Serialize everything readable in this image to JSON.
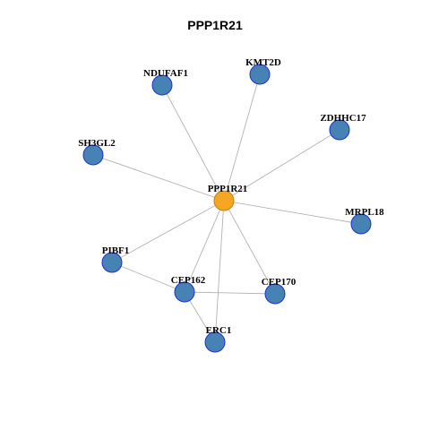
{
  "title": "PPP1R21",
  "colors": {
    "center_fill": "#F5A623",
    "center_stroke": "#C47D0E",
    "node_fill": "#4682B4",
    "node_stroke": "#1F2FD8",
    "edge": "#B3B3B3"
  },
  "nodes": [
    {
      "id": "PPP1R21",
      "label": "PPP1R21",
      "center": true
    },
    {
      "id": "KMT2D",
      "label": "KMT2D"
    },
    {
      "id": "NDUFAF1",
      "label": "NDUFAF1"
    },
    {
      "id": "ZDHHC17",
      "label": "ZDHHC17"
    },
    {
      "id": "SH3GL2",
      "label": "SH3GL2"
    },
    {
      "id": "MRPL18",
      "label": "MRPL18"
    },
    {
      "id": "PIBF1",
      "label": "PIBF1"
    },
    {
      "id": "CEP162",
      "label": "CEP162"
    },
    {
      "id": "CEP170",
      "label": "CEP170"
    },
    {
      "id": "ERC1",
      "label": "ERC1"
    }
  ],
  "edges": [
    [
      "PPP1R21",
      "KMT2D"
    ],
    [
      "PPP1R21",
      "NDUFAF1"
    ],
    [
      "PPP1R21",
      "ZDHHC17"
    ],
    [
      "PPP1R21",
      "SH3GL2"
    ],
    [
      "PPP1R21",
      "MRPL18"
    ],
    [
      "PPP1R21",
      "PIBF1"
    ],
    [
      "PPP1R21",
      "CEP162"
    ],
    [
      "PPP1R21",
      "CEP170"
    ],
    [
      "PPP1R21",
      "ERC1"
    ],
    [
      "PIBF1",
      "CEP162"
    ],
    [
      "CEP162",
      "CEP170"
    ],
    [
      "CEP162",
      "ERC1"
    ]
  ]
}
